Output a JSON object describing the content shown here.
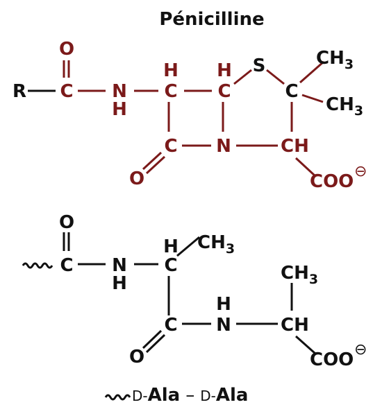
{
  "title": "Pénicilline",
  "colors": {
    "penicillin": "#7b1a1a",
    "peptide": "#111111"
  },
  "penicillin": {
    "r": "R",
    "c_carbonyl": "C",
    "o_top": "O",
    "n": "N",
    "nh_h": "H",
    "c_alpha": "C",
    "h_alpha": "H",
    "c_ring": "C",
    "h_ring": "H",
    "s": "S",
    "c_gem": "C",
    "ch3_1": "CH",
    "ch3_2": "CH",
    "sub3": "3",
    "c_lactam": "C",
    "o_lactam": "O",
    "n_ring": "N",
    "ch": "CH",
    "coo": "COO",
    "charge": "⊖"
  },
  "peptide": {
    "o_top": "O",
    "c_carbonyl": "C",
    "n": "N",
    "nh_h": "H",
    "c_alpha": "C",
    "h_alpha": "H",
    "ch3_top": "CH",
    "sub3": "3",
    "c2": "C",
    "o2": "O",
    "n2": "N",
    "nh2_h": "H",
    "ch": "CH",
    "ch3_right": "CH",
    "coo": "COO",
    "charge": "⊖"
  },
  "caption": {
    "prefix1": "D-",
    "ala1": "Ala",
    "dash": "–",
    "prefix2": "D-",
    "ala2": "Ala"
  }
}
